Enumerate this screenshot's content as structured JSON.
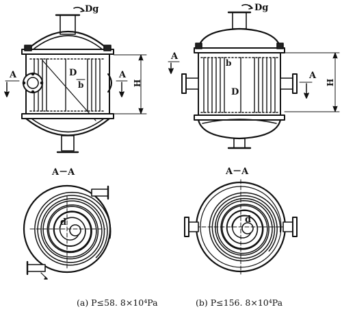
{
  "figure": {
    "label_a_Dg": "Dg",
    "label_a_A_left": "A",
    "label_a_A_right": "A",
    "label_a_D": "D",
    "label_a_b": "b",
    "label_a_H": "H",
    "label_b_Dg": "Dg",
    "label_b_A_left": "A",
    "label_b_A_right": "A",
    "label_b_b": "b",
    "label_b_D": "D",
    "label_b_H": "H",
    "section_a": "A－A",
    "section_b": "A－A",
    "label_a_d": "d",
    "label_b_d": "d",
    "caption_a": "(a) P≤58. 8×10⁴Pa",
    "caption_b": "(b) P≤156. 8×10⁴Pa"
  }
}
